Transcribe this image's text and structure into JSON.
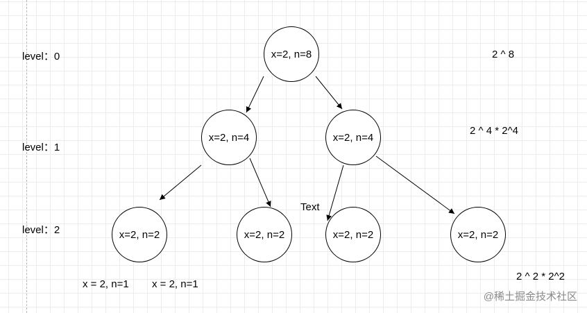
{
  "levels": [
    "level：0",
    "level：1",
    "level：2"
  ],
  "nodes": {
    "root": "x=2, n=8",
    "l1_left": "x=2, n=4",
    "l1_right": "x=2, n=4",
    "l2_a": "x=2, n=2",
    "l2_b": "x=2, n=2",
    "l2_c": "x=2, n=2",
    "l2_d": "x=2, n=2"
  },
  "formulas": [
    "2 ^ 8",
    "2 ^ 4 * 2^4",
    "2 ^ 2 * 2^2"
  ],
  "leaf_notes": [
    "x = 2, n=1",
    "x = 2, n=1"
  ],
  "edge_label": "Text",
  "watermark": "@稀土掘金技术社区"
}
